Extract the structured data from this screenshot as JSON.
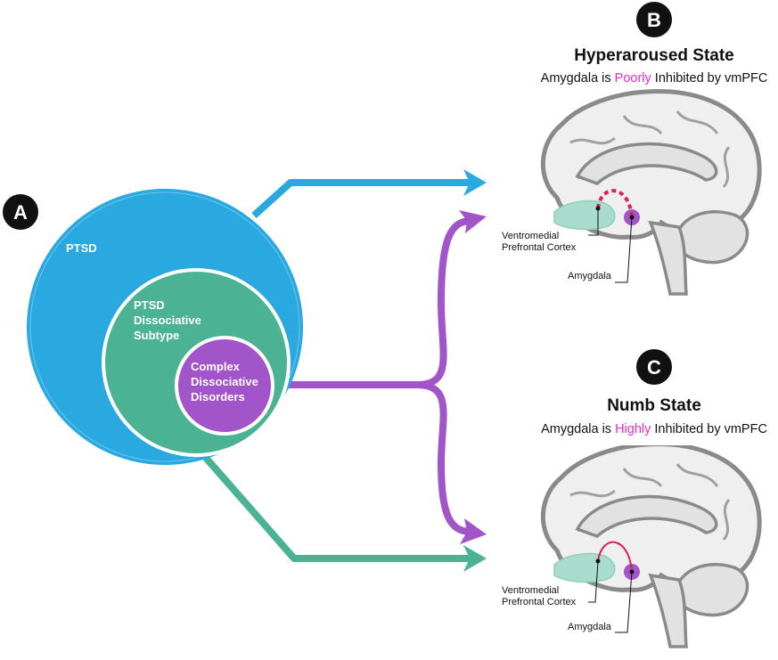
{
  "panels": {
    "a": {
      "badge": "A"
    },
    "b": {
      "badge": "B",
      "title": "Hyperaroused State",
      "subtitle_prefix": "Amygdala is ",
      "subtitle_emphasis": "Poorly",
      "subtitle_suffix": " Inhibited by vmPFC",
      "callout_vmpfc_line1": "Ventromedial",
      "callout_vmpfc_line2": "Prefrontal Cortex",
      "callout_amygdala": "Amygdala"
    },
    "c": {
      "badge": "C",
      "title": "Numb State",
      "subtitle_prefix": "Amygdala is ",
      "subtitle_emphasis": "Highly",
      "subtitle_suffix": " Inhibited by vmPFC",
      "callout_vmpfc_line1": "Ventromedial",
      "callout_vmpfc_line2": "Prefrontal Cortex",
      "callout_amygdala": "Amygdala"
    }
  },
  "circles": {
    "ptsd": "PTSD",
    "dissociative_line1": "PTSD",
    "dissociative_line2": "Dissociative",
    "dissociative_line3": "Subtype",
    "complex_line1": "Complex",
    "complex_line2": "Dissociative",
    "complex_line3": "Disorders"
  },
  "colors": {
    "ptsd_blue": "#2aa8e0",
    "subtype_green": "#4bb394",
    "complex_purple": "#a254c9",
    "emphasis_magenta": "#e52ad6",
    "connection_red": "#d8205f",
    "vmpfc_teal": "#a9dccd",
    "brain_outline": "#8a8a8a",
    "brain_fill": "#efefef"
  }
}
